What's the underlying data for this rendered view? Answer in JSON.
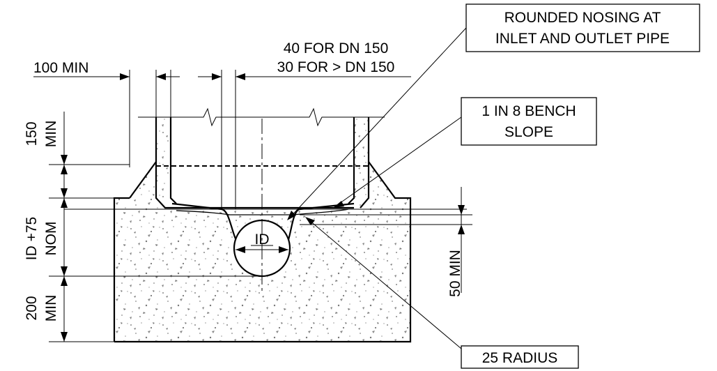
{
  "labels": {
    "nosing": [
      "ROUNDED NOSING AT",
      "INLET AND OUTLET PIPE"
    ],
    "bench": [
      "1 IN 8 BENCH",
      "SLOPE"
    ],
    "radius": "25 RADIUS"
  },
  "dimensions": {
    "wall_min": "100 MIN",
    "wall_thickness": [
      "40 FOR DN 150",
      "30 FOR > DN 150"
    ],
    "collar": [
      "150",
      "MIN"
    ],
    "bench_height": [
      "ID +75",
      "NOM"
    ],
    "base": [
      "200",
      "MIN"
    ],
    "cover": "50 MIN",
    "pipe": "ID"
  }
}
